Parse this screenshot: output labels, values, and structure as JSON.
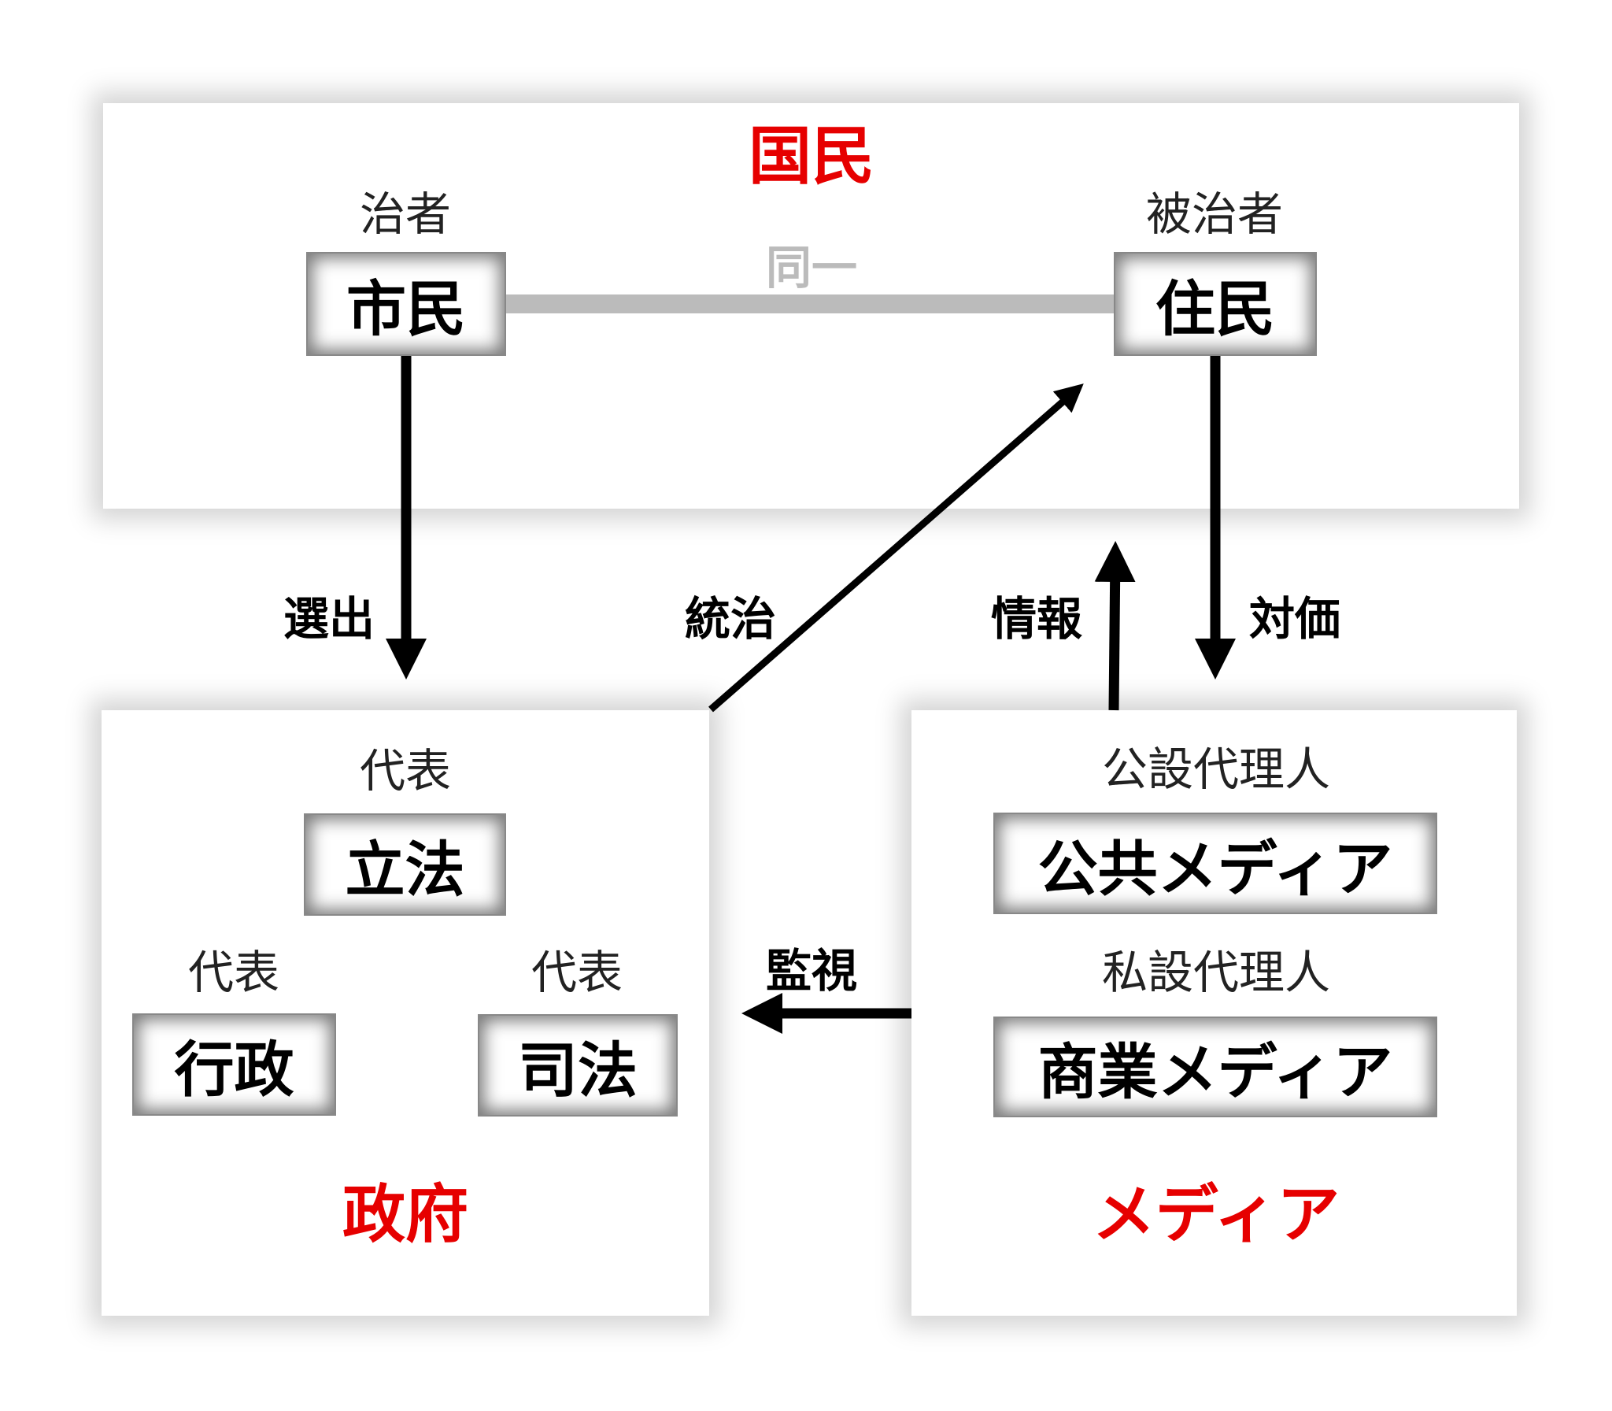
{
  "people_panel": {
    "title": "国民",
    "ruler_label": "治者",
    "ruled_label": "被治者",
    "citizen": "市民",
    "resident": "住民",
    "identity_label": "同一"
  },
  "government_panel": {
    "title": "政府",
    "legislature_caption": "代表",
    "legislature": "立法",
    "executive_caption": "代表",
    "executive": "行政",
    "judiciary_caption": "代表",
    "judiciary": "司法"
  },
  "media_panel": {
    "title": "メディア",
    "public_caption": "公設代理人",
    "public_media": "公共メディア",
    "private_caption": "私設代理人",
    "commercial_media": "商業メディア"
  },
  "arrows": {
    "election": "選出",
    "governance": "統治",
    "information": "情報",
    "payment": "対価",
    "oversight": "監視"
  },
  "colors": {
    "title": "#e60000",
    "connector": "#bbbbbb",
    "arrow": "#000000"
  }
}
